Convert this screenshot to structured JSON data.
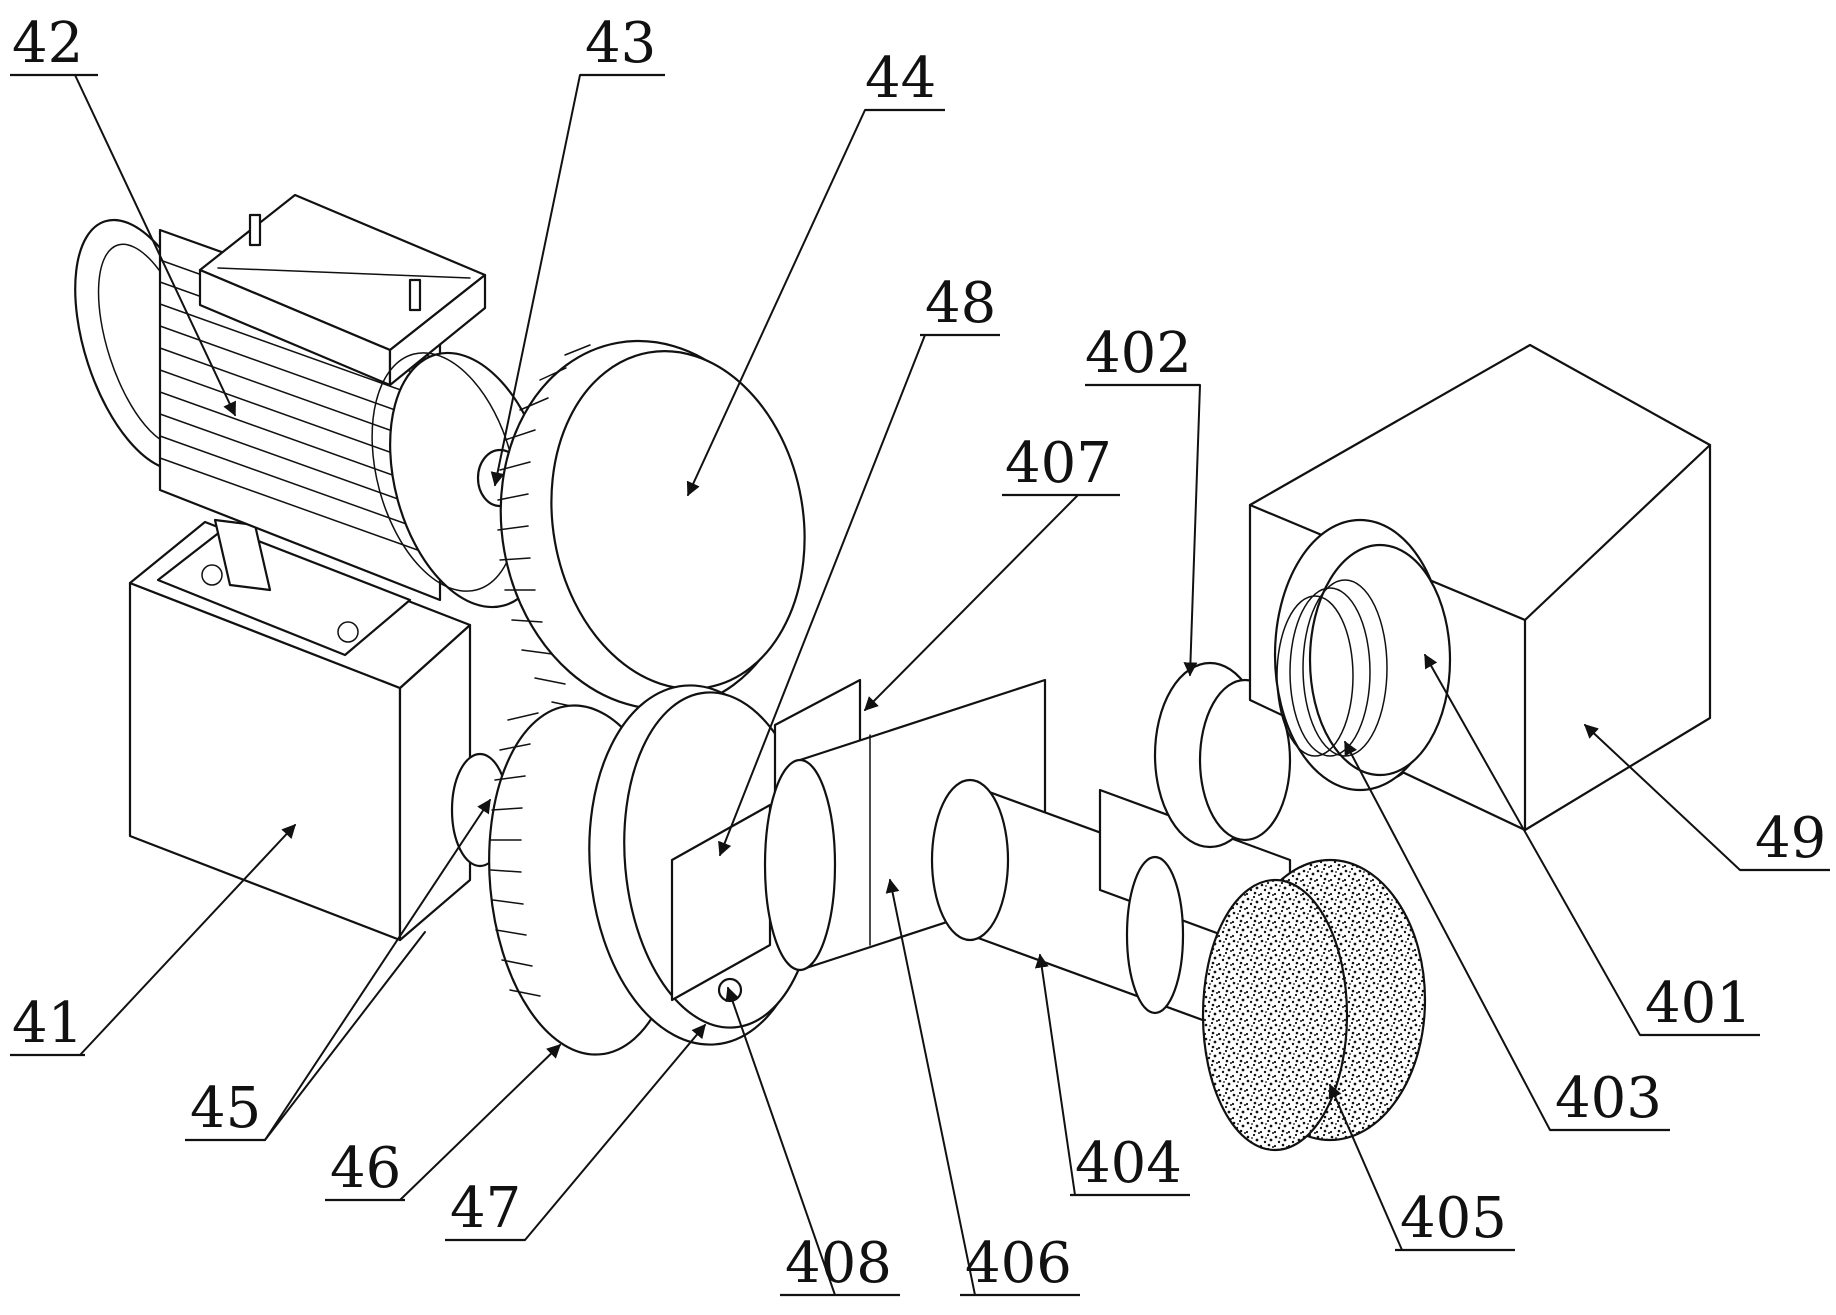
{
  "labels": {
    "41": "41",
    "42": "42",
    "43": "43",
    "44": "44",
    "45": "45",
    "46": "46",
    "47": "47",
    "48": "48",
    "49": "49",
    "401": "401",
    "402": "402",
    "403": "403",
    "404": "404",
    "405": "405",
    "406": "406",
    "407": "407",
    "408": "408"
  }
}
